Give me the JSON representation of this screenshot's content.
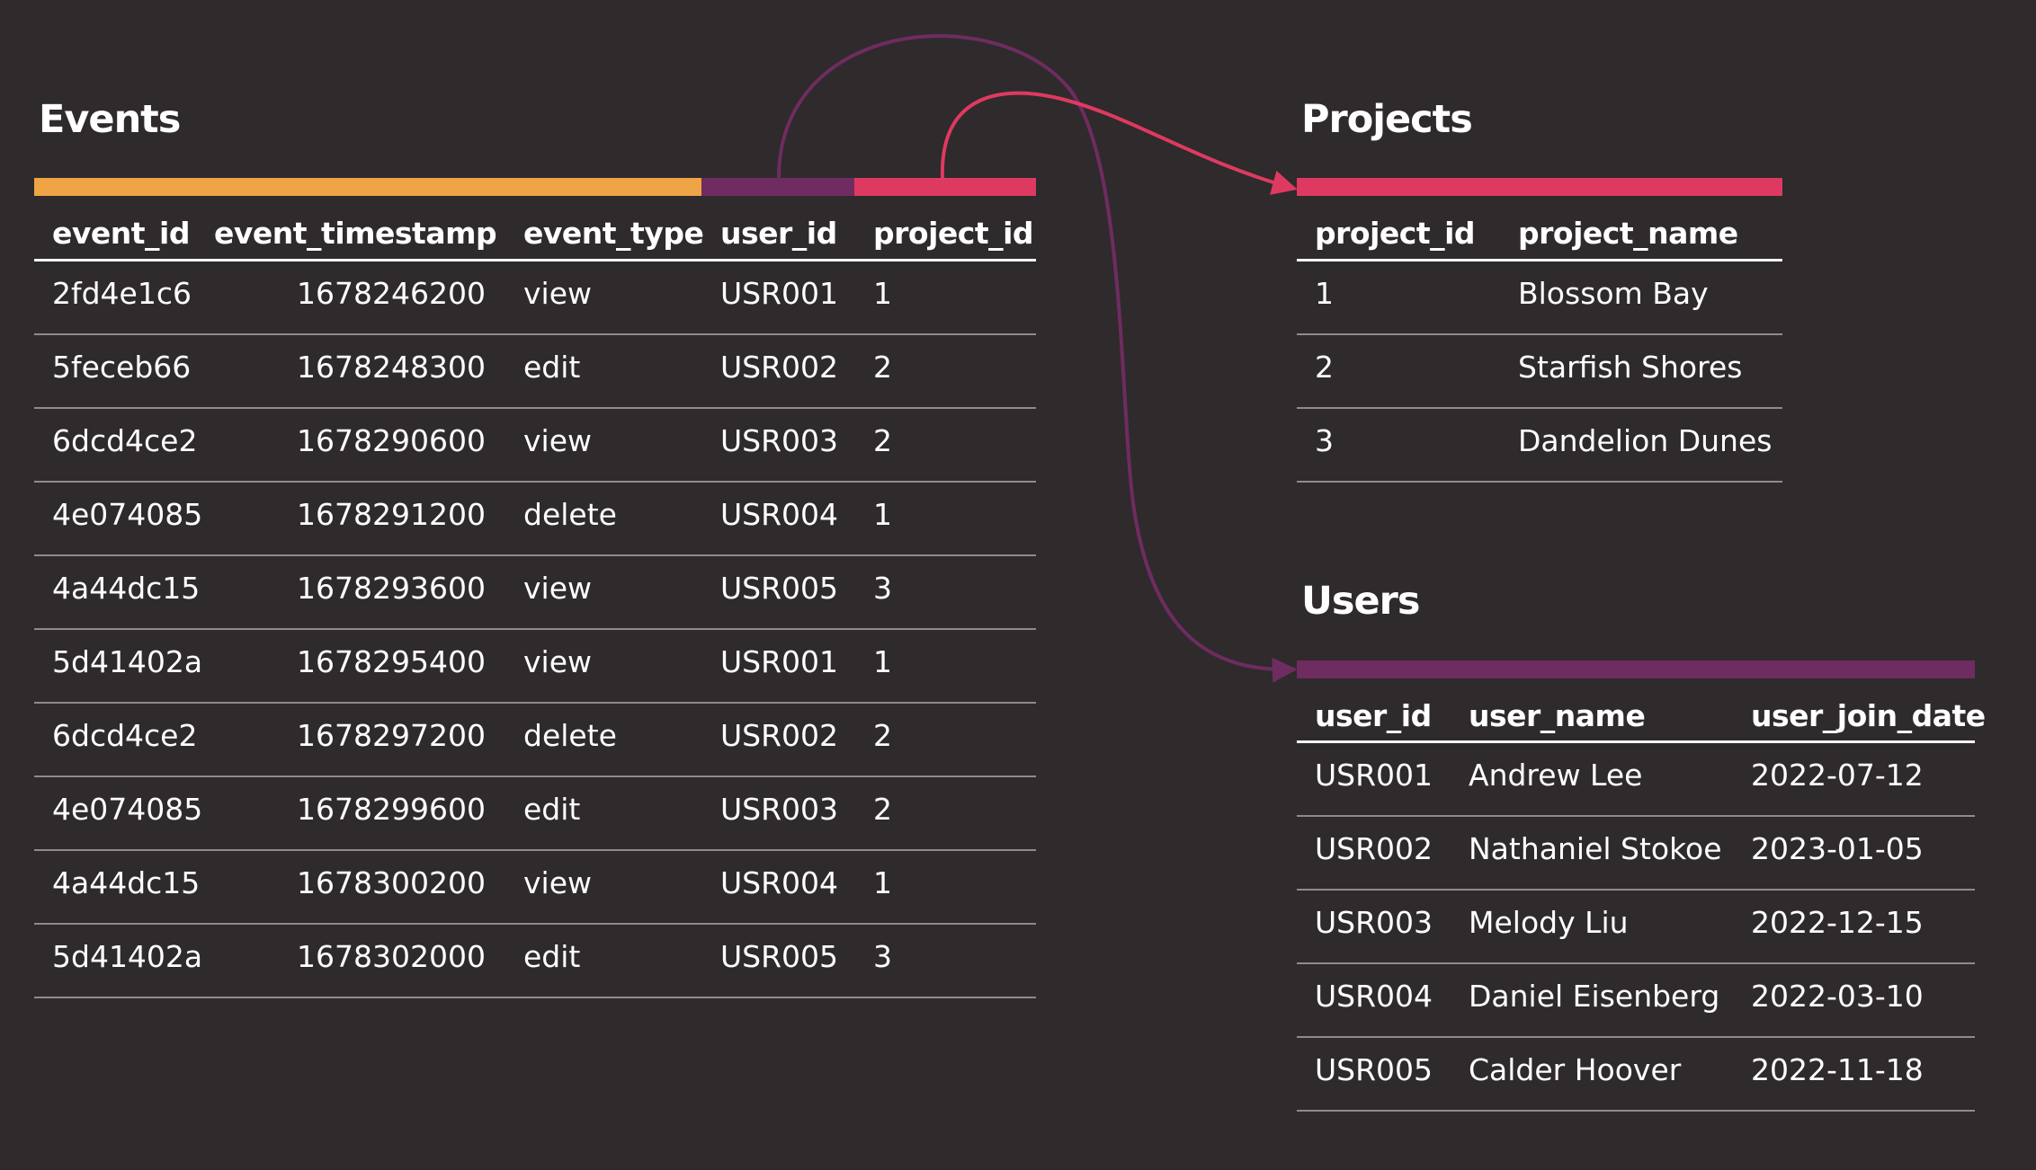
{
  "colors": {
    "background": "#2f2a2c",
    "events_key": "#efa445",
    "user_key": "#6e2c60",
    "project_key": "#de3a61",
    "text": "#ffffff",
    "divider": "#8f8a8c"
  },
  "events": {
    "title": "Events",
    "columns": [
      "event_id",
      "event_timestamp",
      "event_type",
      "user_id",
      "project_id"
    ],
    "rows": [
      [
        "2fd4e1c6",
        "1678246200",
        "view",
        "USR001",
        "1"
      ],
      [
        "5feceb66",
        "1678248300",
        "edit",
        "USR002",
        "2"
      ],
      [
        "6dcd4ce2",
        "1678290600",
        "view",
        "USR003",
        "2"
      ],
      [
        "4e074085",
        "1678291200",
        "delete",
        "USR004",
        "1"
      ],
      [
        "4a44dc15",
        "1678293600",
        "view",
        "USR005",
        "3"
      ],
      [
        "5d41402a",
        "1678295400",
        "view",
        "USR001",
        "1"
      ],
      [
        "6dcd4ce2",
        "1678297200",
        "delete",
        "USR002",
        "2"
      ],
      [
        "4e074085",
        "1678299600",
        "edit",
        "USR003",
        "2"
      ],
      [
        "4a44dc15",
        "1678300200",
        "view",
        "USR004",
        "1"
      ],
      [
        "5d41402a",
        "1678302000",
        "edit",
        "USR005",
        "3"
      ]
    ]
  },
  "projects": {
    "title": "Projects",
    "columns": [
      "project_id",
      "project_name"
    ],
    "rows": [
      [
        "1",
        "Blossom Bay"
      ],
      [
        "2",
        "Starfish Shores"
      ],
      [
        "3",
        "Dandelion Dunes"
      ]
    ]
  },
  "users": {
    "title": "Users",
    "columns": [
      "user_id",
      "user_name",
      "user_join_date"
    ],
    "rows": [
      [
        "USR001",
        "Andrew Lee",
        "2022-07-12"
      ],
      [
        "USR002",
        "Nathaniel Stokoe",
        "2023-01-05"
      ],
      [
        "USR003",
        "Melody Liu",
        "2022-12-15"
      ],
      [
        "USR004",
        "Daniel Eisenberg",
        "2022-03-10"
      ],
      [
        "USR005",
        "Calder Hoover",
        "2022-11-18"
      ]
    ]
  }
}
